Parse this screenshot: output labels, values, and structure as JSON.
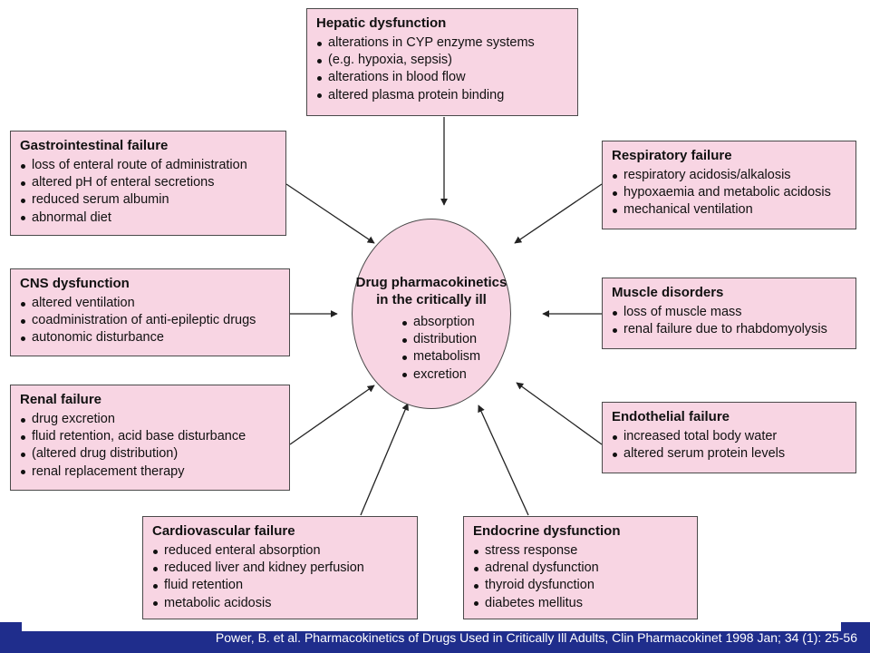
{
  "center": {
    "title_line1": "Drug pharmacokinetics",
    "title_line2": "in the critically ill",
    "items": [
      "absorption",
      "distribution",
      "metabolism",
      "excretion"
    ]
  },
  "boxes": {
    "hepatic": {
      "title": "Hepatic dysfunction",
      "items": [
        "alterations in CYP enzyme systems",
        "(e.g. hypoxia, sepsis)",
        "alterations in blood flow",
        "altered plasma protein binding"
      ]
    },
    "gastrointestinal": {
      "title": "Gastrointestinal failure",
      "items": [
        "loss of enteral route of administration",
        "altered pH of enteral secretions",
        "reduced serum albumin",
        "abnormal diet"
      ]
    },
    "respiratory": {
      "title": "Respiratory failure",
      "items": [
        "respiratory acidosis/alkalosis",
        "hypoxaemia and metabolic acidosis",
        "mechanical ventilation"
      ]
    },
    "cns": {
      "title": "CNS dysfunction",
      "items": [
        "altered ventilation",
        "coadministration of anti-epileptic drugs",
        "autonomic disturbance"
      ]
    },
    "muscle": {
      "title": "Muscle disorders",
      "items": [
        "loss of muscle mass",
        "renal failure due to rhabdomyolysis"
      ]
    },
    "renal": {
      "title": "Renal failure",
      "items": [
        "drug excretion",
        "fluid retention, acid base disturbance",
        "(altered drug distribution)",
        "renal replacement therapy"
      ]
    },
    "endothelial": {
      "title": "Endothelial failure",
      "items": [
        "increased total body water",
        "altered serum protein levels"
      ]
    },
    "cardiovascular": {
      "title": "Cardiovascular failure",
      "items": [
        "reduced enteral absorption",
        "reduced liver and kidney perfusion",
        "fluid retention",
        "metabolic acidosis"
      ]
    },
    "endocrine": {
      "title": "Endocrine dysfunction",
      "items": [
        "stress response",
        "adrenal dysfunction",
        "thyroid dysfunction",
        "diabetes mellitus"
      ]
    }
  },
  "footer": {
    "citation": "Power, B. et al. Pharmacokinetics of Drugs Used in Critically Ill Adults, Clin Pharmacokinet 1998 Jan; 34 (1): 25-56"
  },
  "colors": {
    "box_fill": "#f8d5e3",
    "border": "#4a4a4a",
    "footer_bar": "#1f2d8c"
  }
}
